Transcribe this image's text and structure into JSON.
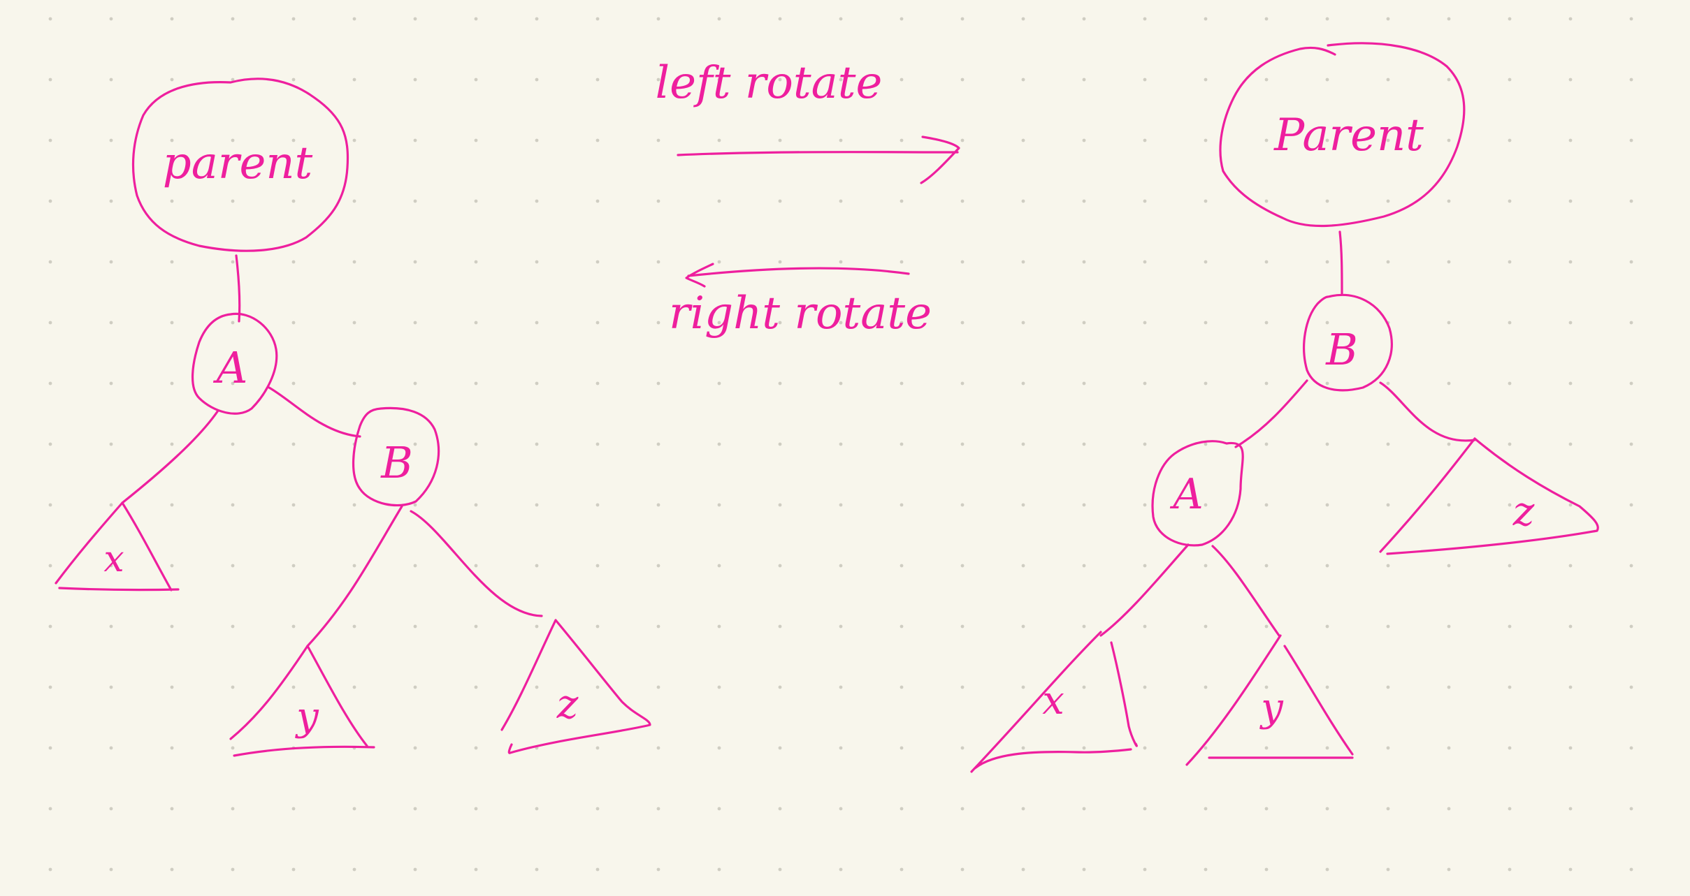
{
  "diagram": {
    "colors": {
      "background": "#f8f6ec",
      "ink": "#ee1f9e",
      "grid_dot": "#cfcdc2"
    },
    "operations": {
      "left_rotate": "left rotate",
      "right_rotate": "right rotate"
    },
    "before": {
      "parent": "parent",
      "node_a": "A",
      "node_b": "B",
      "subtree_x": "x",
      "subtree_y": "y",
      "subtree_z": "z"
    },
    "after": {
      "parent": "Parent",
      "node_b": "B",
      "node_a": "A",
      "subtree_x": "x",
      "subtree_y": "y",
      "subtree_z": "z"
    }
  }
}
